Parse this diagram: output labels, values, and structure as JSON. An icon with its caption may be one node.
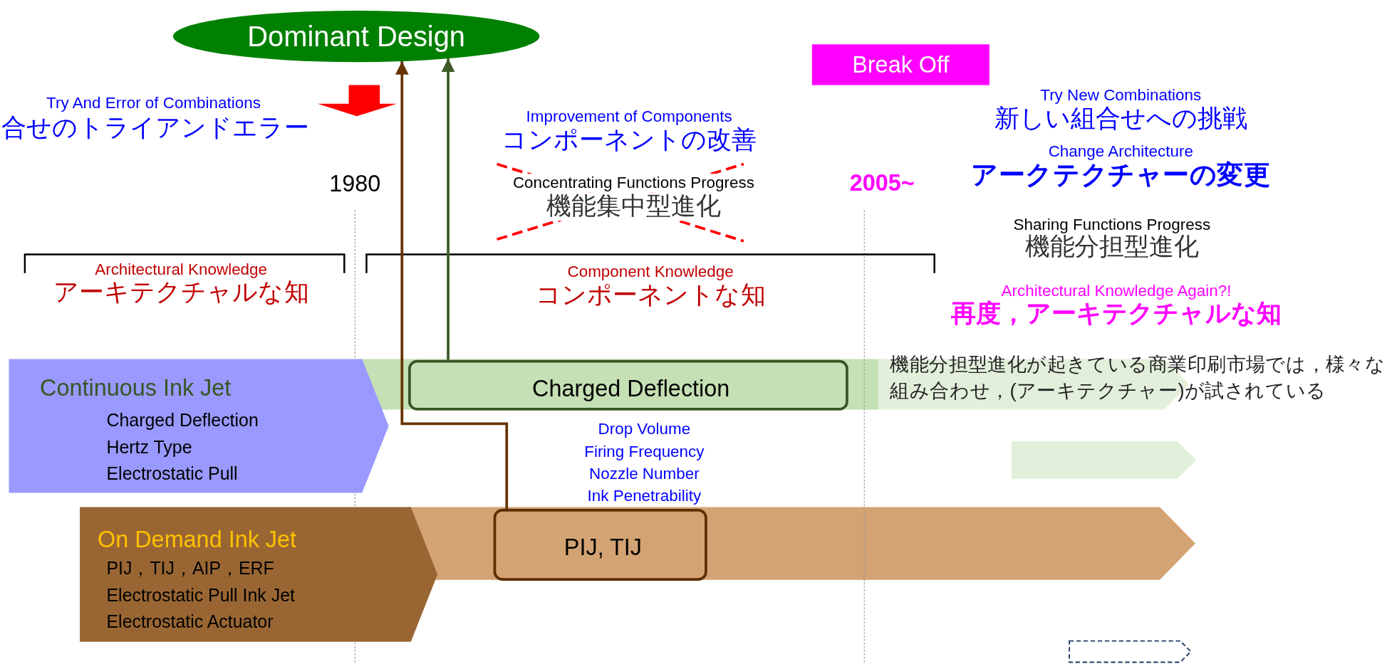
{
  "diagram": {
    "nodes": [
      {
        "text": [
          "Dominant Design"
        ]
      },
      {
        "text": [
          "Break Off"
        ]
      },
      {
        "text": [
          "Continuous Ink Jet",
          "Charged Deflection",
          "Hertz Type",
          "Electrostatic Pull"
        ]
      },
      {
        "text": [
          "Charged Deflection"
        ]
      },
      {
        "text": [
          "On Demand Ink Jet",
          "PIJ，TIJ，AIP，ERF",
          "Electrostatic Pull Ink Jet",
          "Electrostatic Actuator"
        ]
      },
      {
        "text": [
          "PIJ, TIJ"
        ]
      },
      {
        "text": [],
        "shape": "bar"
      },
      {
        "text": [],
        "shape": "bar"
      }
    ],
    "edges": [
      {
        "from": 3,
        "to": 0,
        "arrow": "to",
        "color": "#3d5a27"
      },
      {
        "from": 5,
        "to": 0,
        "arrow": "to",
        "color": "#663300"
      }
    ],
    "labels": [
      "Try And Error of Combinations",
      "合せのトライアンドエラー",
      "Improvement of Components",
      "コンポーネントの改善",
      "1980",
      "Concentrating Functions Progress",
      "機能集中型進化",
      "2005~",
      "Try New Combinations",
      "新しい組合せへの挑戦",
      "Change Architecture",
      "アークテクチャーの変更",
      "Sharing Functions Progress",
      "機能分担型進化",
      "Architectural Knowledge",
      "アーキテクチャルな知",
      "Component Knowledge",
      "コンポーネントな知",
      "Architectural Knowledge Again?!",
      "再度，アーキテクチャルな知",
      "機能分担型進化が起きている商業印刷市場では，様々な組み合わせ，(アーキテクチャー)が試されている",
      "Drop Volume",
      "Firing Frequency",
      "Nozzle Number",
      "Ink Penetrability"
    ]
  }
}
